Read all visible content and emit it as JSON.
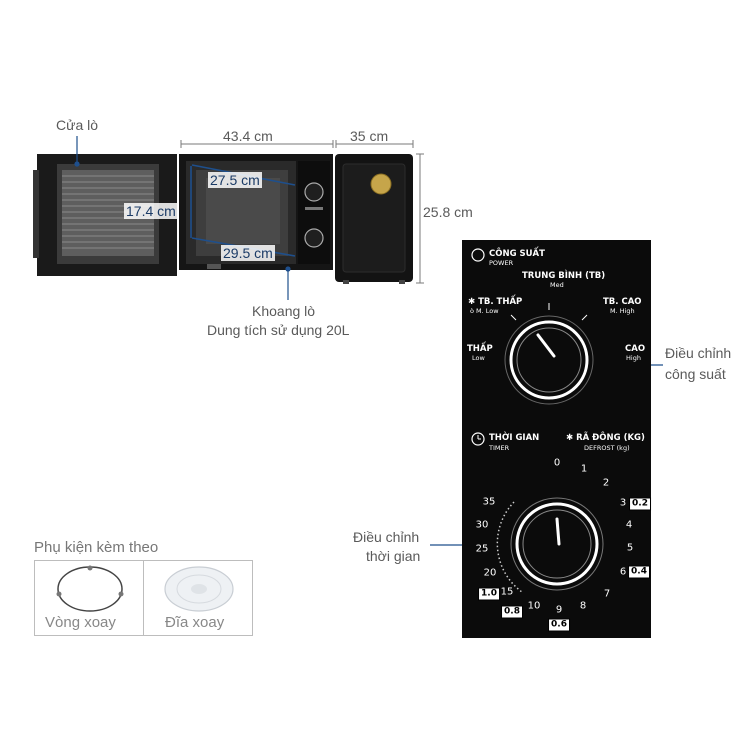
{
  "microwave": {
    "door_label": "Cửa lò",
    "width_dim": "43.4 cm",
    "depth_dim": "35 cm",
    "height_dim": "25.8 cm",
    "cavity_width_dim": "27.5 cm",
    "cavity_height_dim": "17.4 cm",
    "cavity_depth_dim": "29.5 cm",
    "cavity_label": "Khoang lò",
    "capacity_label": "Dung tích sử dụng 20L"
  },
  "panel": {
    "power_title": "CÔNG SUẤT",
    "power_sub": "POWER",
    "med_title": "TRUNG BÌNH (TB)",
    "med_sub": "Med",
    "mlow_title": "TB. THẤP",
    "mlow_sub": "M. Low",
    "mhigh_title": "TB. CAO",
    "mhigh_sub": "M. High",
    "low_title": "THẤP",
    "low_sub": "Low",
    "high_title": "CAO",
    "high_sub": "High",
    "timer_title": "THỜI GIAN",
    "timer_sub": "TIMER",
    "defrost_title": "RÃ ĐÔNG (KG)",
    "defrost_sub": "DEFROST (kg)",
    "timer_numbers": [
      "0",
      "1",
      "2",
      "3",
      "4",
      "5",
      "6",
      "7",
      "8",
      "9",
      "10",
      "15",
      "20",
      "25",
      "30",
      "35"
    ],
    "defrost_weights": [
      "0.2",
      "0.4",
      "0.6",
      "0.8",
      "1.0"
    ],
    "power_callout_line1": "Điều chỉnh",
    "power_callout_line2": "công suất",
    "timer_callout_line1": "Điều chỉnh",
    "timer_callout_line2": "thời gian"
  },
  "accessories": {
    "title": "Phụ kiện kèm theo",
    "ring_label": "Vòng xoay",
    "plate_label": "Đĩa xoay"
  },
  "colors": {
    "dimension_line": "#1e4f8c",
    "panel_bg": "#0b0b0b",
    "body": "#151515"
  }
}
